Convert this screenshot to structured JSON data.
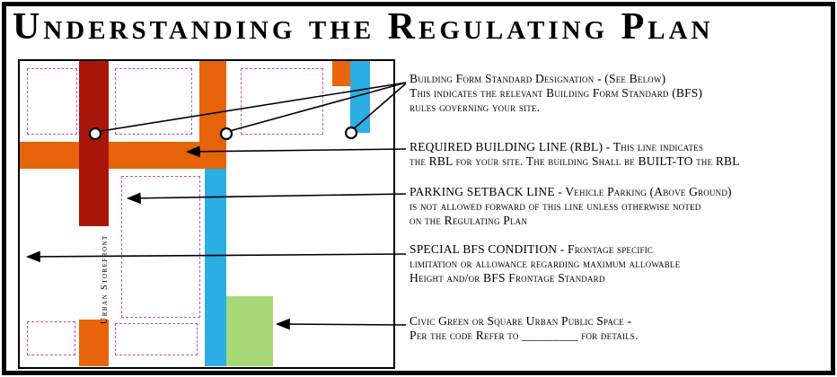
{
  "title": "Understanding the Regulating Plan",
  "map": {
    "street_label": "Urban Storefront",
    "colors": {
      "building_form_dark_red": "#A81709",
      "rbl_orange": "#E8640A",
      "special_bfs_cyan": "#2BAEE4",
      "civic_green": "#A7D877",
      "setback_dashed_magenta": "#C44FC4"
    }
  },
  "annotations": {
    "bfs_designation": {
      "line1": "Building Form Standard Designation - (See Below)",
      "line2": "This indicates the relevant Building Form Standard (BFS)",
      "line3": "rules governing your site."
    },
    "rbl": {
      "line1": "REQUIRED BUILDING LINE (RBL) - This line indicates",
      "line2": "the RBL for your site. The building Shall be BUILT-TO the RBL"
    },
    "parking_setback": {
      "line1": "PARKING SETBACK LINE - Vehicle Parking (Above Ground)",
      "line2": "is not allowed forward of this line unless otherwise noted",
      "line3": "on the Regulating Plan"
    },
    "special_bfs": {
      "line1": "SPECIAL BFS CONDITION - Frontage specific",
      "line2": "limitation or allowance regarding maximum allowable",
      "line3": "Height and/or BFS Frontage Standard"
    },
    "civic_green": {
      "line1": "Civic Green or Square Urban Public Space -",
      "line2": "Per the code Refer to _________ for details."
    }
  }
}
